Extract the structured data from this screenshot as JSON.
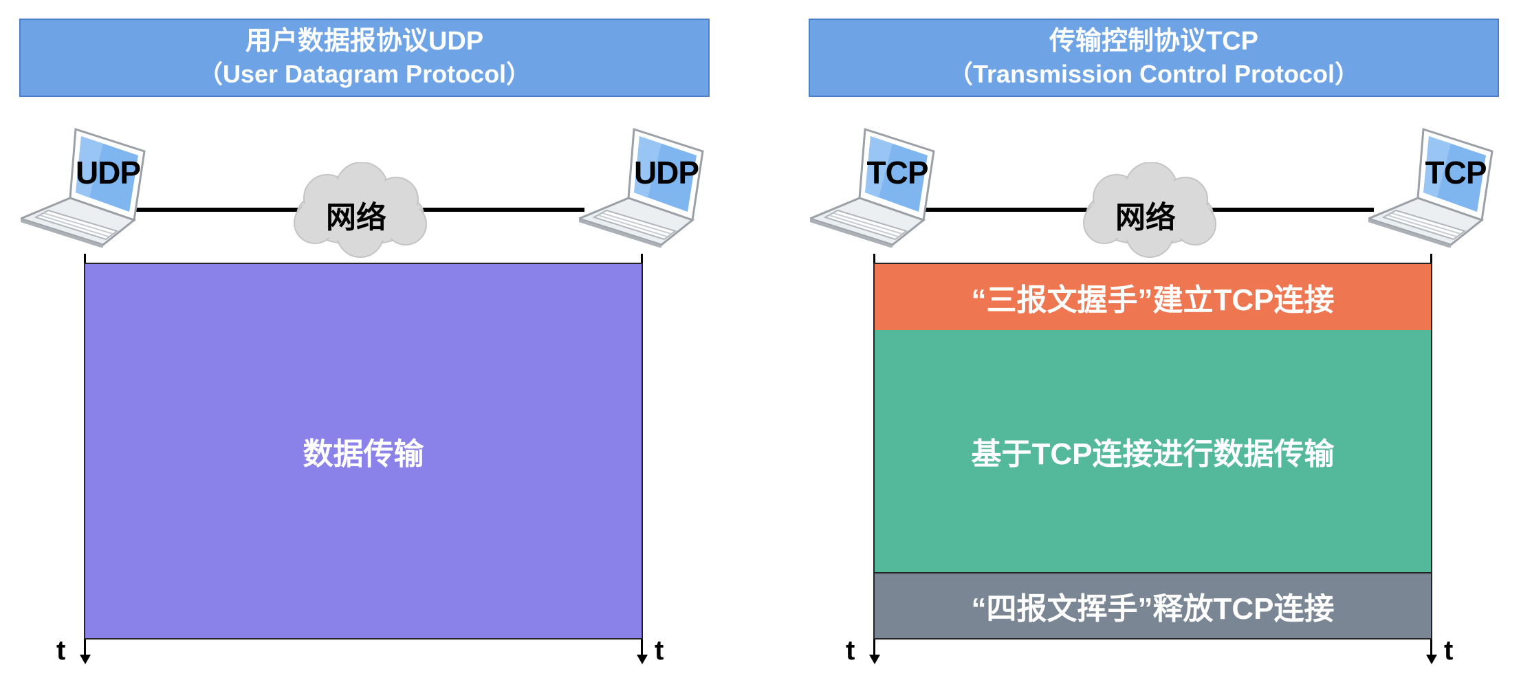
{
  "udp_panel": {
    "title_line1": "用户数据报协议UDP",
    "title_line2": "（User Datagram Protocol）",
    "left_host_label": "UDP",
    "right_host_label": "UDP",
    "network_label": "网络",
    "transfer_block": {
      "label": "数据传输",
      "color": "#8a82e8"
    },
    "time_label_left": "t",
    "time_label_right": "t"
  },
  "tcp_panel": {
    "title_line1": "传输控制协议TCP",
    "title_line2": "（Transmission Control Protocol）",
    "left_host_label": "TCP",
    "right_host_label": "TCP",
    "network_label": "网络",
    "handshake_block": {
      "label": "“三报文握手”建立TCP连接",
      "color": "#ee7650"
    },
    "transfer_block": {
      "label": "基于TCP连接进行数据传输",
      "color": "#54b89b"
    },
    "teardown_block": {
      "label": "“四报文挥手”释放TCP连接",
      "color": "#7a8694"
    },
    "time_label_left": "t",
    "time_label_right": "t"
  },
  "colors": {
    "header_fill": "#6ea3e6",
    "cloud_fill": "#d9d9d9"
  },
  "icons": [
    "laptop-icon",
    "cloud-icon",
    "arrow-down-icon"
  ]
}
